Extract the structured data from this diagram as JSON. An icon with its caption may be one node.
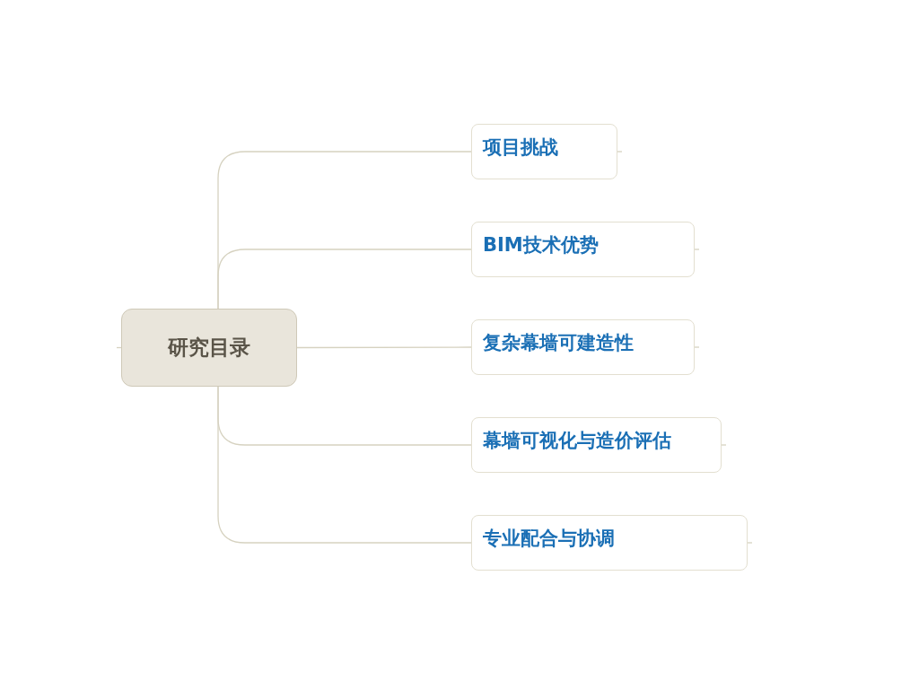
{
  "diagram": {
    "nodes": [
      {
        "text": [
          "研究目录"
        ]
      },
      {
        "text": [
          "项目挑战"
        ]
      },
      {
        "text": [
          "BIM技术优势"
        ]
      },
      {
        "text": [
          "复杂幕墙可建造性"
        ]
      },
      {
        "text": [
          "幕墙可视化与造价评估"
        ]
      },
      {
        "text": [
          "专业配合与协调"
        ]
      }
    ],
    "edges": [
      {
        "from": 0,
        "to": 1,
        "arrow": "none"
      },
      {
        "from": 0,
        "to": 2,
        "arrow": "none"
      },
      {
        "from": 0,
        "to": 3,
        "arrow": "none"
      },
      {
        "from": 0,
        "to": 4,
        "arrow": "none"
      },
      {
        "from": 0,
        "to": 5,
        "arrow": "none"
      }
    ]
  }
}
